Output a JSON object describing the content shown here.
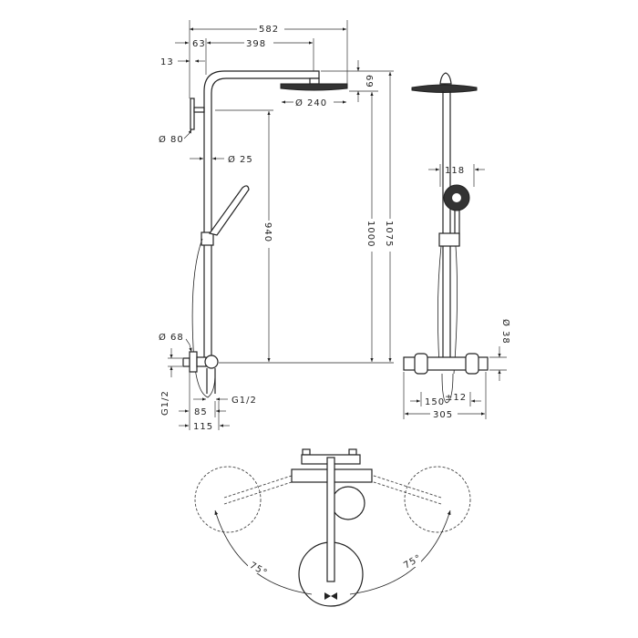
{
  "side_view": {
    "dimensions": {
      "overall_projection": "582",
      "wall_to_riser": "63",
      "arm_length": "398",
      "wall_plate_depth": "13",
      "head_height": "69",
      "head_diameter": "Ø 240",
      "wall_plate_diameter": "Ø 80",
      "riser_diameter": "Ø 25",
      "height_940": "940",
      "height_1000": "1000",
      "height_1075": "1075",
      "mixer_diameter": "Ø 68",
      "inlet_thread": "G1/2",
      "outlet_thread": "G1/2",
      "depth_85": "85",
      "depth_115": "115"
    }
  },
  "front_view": {
    "dimensions": {
      "hand_shower_diameter": "118",
      "mixer_body_diameter": "Ø 38",
      "inlet_spacing": "150",
      "inlet_tolerance": "±12",
      "mixer_width": "305"
    }
  },
  "top_view": {
    "swivel_left": "75°",
    "swivel_right": "75°"
  }
}
